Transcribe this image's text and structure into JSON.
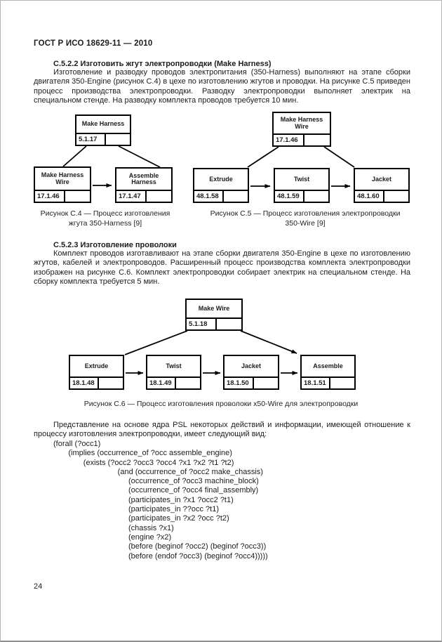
{
  "page": {
    "header": "ГОСТ Р ИСО 18629-11 — 2010",
    "page_number": "24"
  },
  "section1": {
    "heading": "С.5.2.2 Изготовить жгут электропроводки (Make Harness)",
    "body": "Изготовление и разводку проводов электропитания (350-Harness) выполняют на этапе сборки двигателя 350-Engine (рисунок С.4) в цехе по изготовлению жгутов и проводки. На рисунке С.5 приведен процесс производства электропроводки. Разводку электропроводки выполняет электрик на специальном стенде. На разводку комплекта проводов требуется 10 мин."
  },
  "figure_c4": {
    "caption_l1": "Рисунок С.4 — Процесс изготовления",
    "caption_l2": "жгута 350-Harness [9]",
    "nodes": {
      "make_harness": {
        "label": "Make Harness",
        "num": "5.1.17"
      },
      "make_harness_wire": {
        "label": "Make Harness Wire",
        "num": "17.1.46"
      },
      "assemble_harness": {
        "label": "Assemble Harness",
        "num": "17.1.47"
      }
    }
  },
  "figure_c5": {
    "caption_l1": "Рисунок С.5 — Процесс изготовления электропроводки",
    "caption_l2": "350-Wire [9]",
    "nodes": {
      "make_harness_wire": {
        "label": "Make Harness Wire",
        "num": "17.1.46"
      },
      "extrude": {
        "label": "Extrude",
        "num": "48.1.58"
      },
      "twist": {
        "label": "Twist",
        "num": "48.1.59"
      },
      "jacket": {
        "label": "Jacket",
        "num": "48.1.60"
      }
    }
  },
  "section2": {
    "heading": "С.5.2.3 Изготовление проволоки",
    "body": "Комплект проводов изготавливают на этапе сборки двигателя 350-Engine в цехе по изготовлению жгутов, кабелей и электропроводов. Расширенный процесс производства комплекта электропроводки изображен на рисунке С.6. Комплект электропроводки собирает электрик на специальном стенде. На сборку комплекта требуется 5 мин."
  },
  "figure_c6": {
    "caption": "Рисунок С.6 — Процесс изготовления проволоки x50-Wire для электропроводки",
    "nodes": {
      "make_wire": {
        "label": "Make Wire",
        "num": "5.1.18"
      },
      "extrude": {
        "label": "Extrude",
        "num": "18.1.48"
      },
      "twist": {
        "label": "Twist",
        "num": "18.1.49"
      },
      "jacket": {
        "label": "Jacket",
        "num": "18.1.50"
      },
      "assemble": {
        "label": "Assemble",
        "num": "18.1.51"
      }
    }
  },
  "psl": {
    "intro": "Представление на основе ядра PSL некоторых действий и информации, имеющей отношение к процессу изготовления электропроводки, имеет следующий вид:",
    "code": "(forall (?occ1)\n       (implies (occurrence_of ?occ assemble_engine)\n              (exists (?occ2 ?occ3 ?occ4 ?x1 ?x2 ?t1 ?t2)\n                              (and (occurrence_of ?occ2 make_chassis)\n                                   (occurrence_of ?occ3 machine_block)\n                                   (occurrence_of ?occ4 final_assembly)\n                                   (participates_in ?x1 ?occ2 ?t1)\n                                   (participates_in ??occ ?t1)\n                                   (participates_in ?x2 ?occ ?t2)\n                                   (chassis ?x1)\n                                   (engine ?x2)\n                                   (before (beginof ?occ2) (beginof ?occ3))\n                                   (before (endof ?occ3) (beginof ?occ4)))))"
  }
}
